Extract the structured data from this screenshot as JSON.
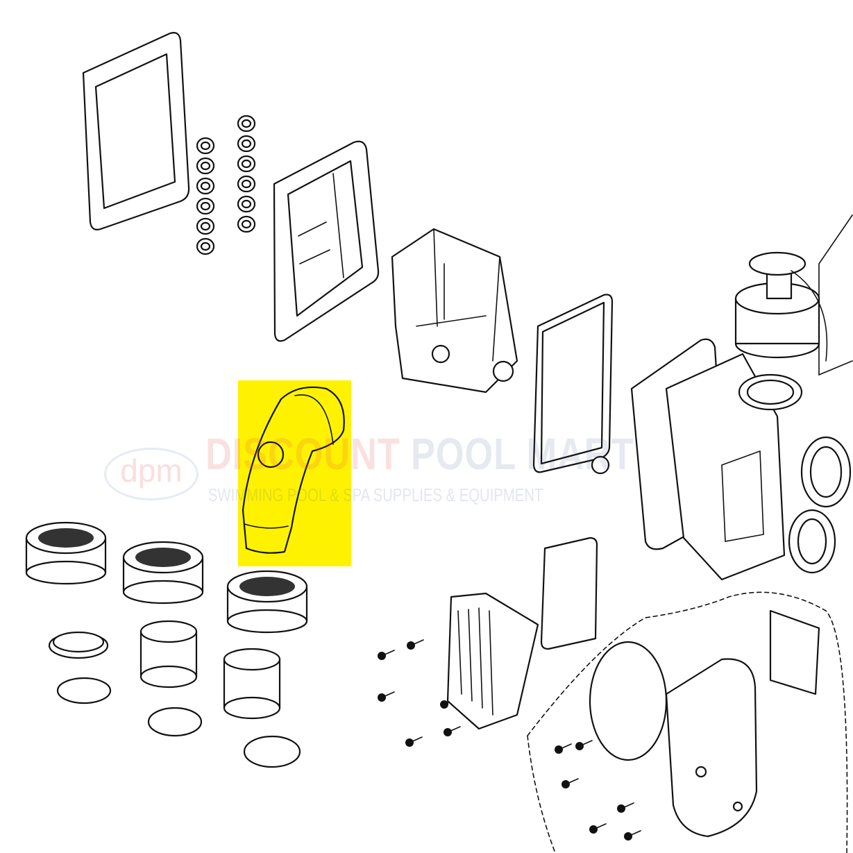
{
  "diagram": {
    "highlight_color": "#fff200",
    "highlighted_part": "elbow-fitting",
    "parts": [
      "gasket-large",
      "o-ring-column-left",
      "o-ring-column-right",
      "front-plate",
      "valve-cartridge",
      "gasket-mid",
      "pump-body",
      "top-cap",
      "plug",
      "union-nuts",
      "union-tailpieces",
      "o-rings",
      "screws",
      "heat-sink",
      "motor-housing"
    ]
  },
  "watermark": {
    "logo": "dpm",
    "brand_part1": "DISCOUNT",
    "brand_part2": "POOL MART",
    "tagline": "SWIMMING POOL & SPA SUPPLIES & EQUIPMENT"
  }
}
